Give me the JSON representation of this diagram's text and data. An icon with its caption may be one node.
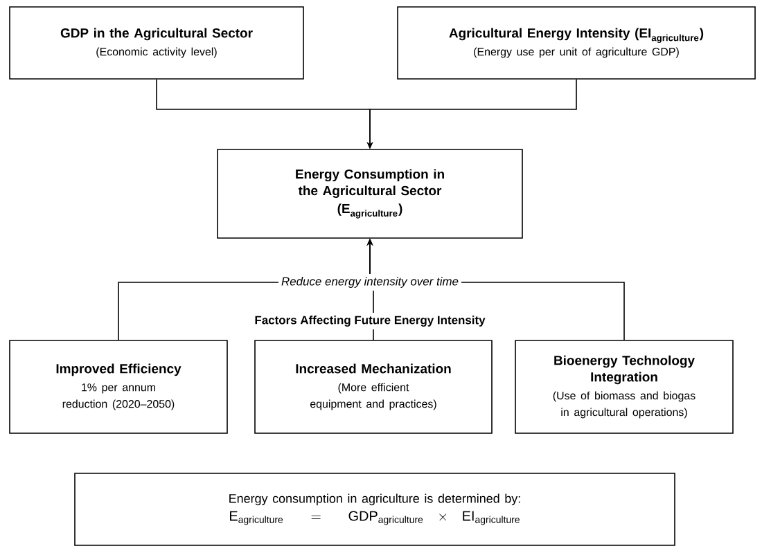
{
  "diagram": {
    "nodes": [
      {
        "text": [
          "GDP in the Agricultural Sector",
          "(Economic activity level)"
        ]
      },
      {
        "text": [
          "\\text{Agricultural Energy Intensity (EI}_{\\text{agriculture}}\\text{)}",
          "(Energy use per unit of agriculture GDP)"
        ]
      },
      {
        "text": [
          "Energy Consumption in the Agricultural Sector",
          "\\text{(E}_{\\text{agriculture}}\\text{)}"
        ]
      },
      {
        "text": [
          "Improved Efficiency",
          "1% per annum reduction (2020–2050)"
        ]
      },
      {
        "text": [
          "Increased Mechanization",
          "(More efficient equipment and practices)"
        ]
      },
      {
        "text": [
          "Bioenergy Technology Integration",
          "(Use of biomass and biogas in agricultural operations)"
        ]
      },
      {
        "text": [
          "Energy consumption in agriculture is determined by:",
          "\\text{E}_{\\text{agriculture}}\\,=\\,\\text{GDP}_{\\text{agriculture}}\\,\\times\\,\\text{EI}_{\\text{agriculture}}"
        ]
      }
    ],
    "edges": [
      {
        "from": 0,
        "to": 2,
        "arrow": "to"
      },
      {
        "from": 1,
        "to": 2,
        "arrow": "to"
      },
      {
        "from": 3,
        "to": 2,
        "arrow": "to"
      },
      {
        "from": 4,
        "to": 2,
        "arrow": "to",
        "label": "Reduce energy intensity over time"
      },
      {
        "from": 5,
        "to": 2,
        "arrow": "to"
      }
    ],
    "labels": [
      "Factors Affecting Future Energy Intensity"
    ]
  }
}
